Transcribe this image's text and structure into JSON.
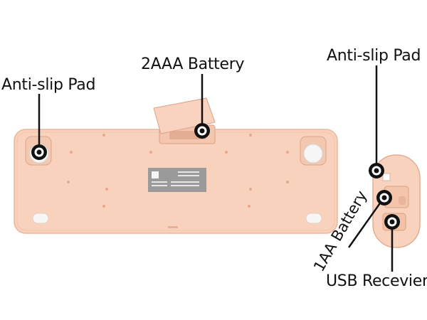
{
  "callouts": {
    "left_pad": "Anti-slip Pad",
    "battery_2aaa": "2AAA Battery",
    "right_pad": "Anti-slip Pad",
    "battery_1aa": "1AA Battery",
    "usb_receiver": "USB Recevier"
  },
  "colors": {
    "shell": "#f9d2bd",
    "shell_edge": "#e9b79d",
    "label_plate": "#9a9a9a",
    "callout": "#111111"
  }
}
